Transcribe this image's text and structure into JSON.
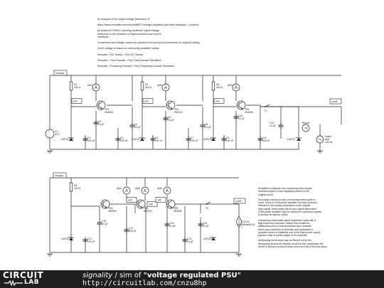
{
  "notes": [
    "An analysis of the output voltage behaviour of:",
    "https://www.circuitlab.com/circuit/8kf977/voltage-regulated-psu-triple-darlington_r-product/",
    "as posted at 130612, showing nonlinear output voltage",
    "behaviour in the presence of signal-induced load current",
    "variations.",
    "Component and voltage values are guessed from jonnyeollo comments on original posting.",
    "Zener voltage is based on community-available values",
    "Simulate > DC Sweep > Run DC Sweep",
    "Simulate > Time Domain > Run Time-Domain Simulation",
    "Simulate > Frequency Domain > Run Frequency-Domain Simulation"
  ],
  "right_notes": [
    "Simplified to illustrate how increasing extra servers",
    "increases ripple in load regulation present in the",
    "original circuit.",
    "",
    "Such steps introduce load current dependent ripple in",
    "vout1. Since in a hifi power amplifier, the load current is",
    "intended to be exactly proportional to the original",
    "input signal, these steps will be input signal dependent.",
    "A 5W power amplifier may be required to reproduce signals",
    "to at least as high as 20kHz.",
    "",
    "Introducing undesirable signal dependent ripple with a",
    "high frequency harmonic content this creates an",
    "additional source of intermodulation and crosstalk",
    "which may contribute to distortion and represents a",
    "possible source of instability due to the finite power supply",
    "rejection ratio of earlier stages of the amplifier.",
    "",
    "Additionally these steps may be filtered out by the",
    "decoupling around the original circuit but this complicates the",
    "circuit to accept a problem which need not exist in the final place."
  ],
  "labels": {
    "vsupply": "vsupply",
    "v1": "V1",
    "v1_val": "40 V",
    "r1": "R1",
    "r1_val": "400 Ω",
    "r2": "R2",
    "r2_val": "400 Ω",
    "r3": "R3",
    "r3_val": "400 Ω",
    "am1": "AM1",
    "am2": "AM2",
    "am3": "AM3",
    "ref1": "ref1",
    "ref2": "ref2",
    "ref3": "ref3",
    "q1": "TR1",
    "q1_val": "2N3904",
    "q2": "TR2",
    "q2_val": "2N2222",
    "q3": "TR3",
    "q3_val": "2N3055",
    "c1": "C1",
    "c1_val": "100 nF",
    "c2": "C2",
    "c2_val": "10 µF",
    "c3": "C3",
    "c3_val": "100 nF",
    "c4": "C4",
    "c4_val": "10 µF",
    "c5": "C5",
    "c5_val": "10 µF",
    "c6": "C6",
    "c6_val": "100 nF",
    "c7": "C7",
    "c7_val": "100 nF",
    "c8": "C8",
    "c8_val": "10 µF",
    "c9": "C9",
    "c9_val": "100 nF",
    "c10": "C10",
    "c10_val": "10 µF",
    "c11": "C11",
    "c11_val": "100 nF",
    "c12": "C12",
    "c12_val": "10 µF",
    "d1": "DATV1",
    "d2": "DATV2",
    "d3": "DATV3",
    "d4": "DATV4",
    "f1": "F1",
    "vout1": "vout1",
    "rload": "Rload1",
    "rload_val": "100 Ω",
    "iload": "Iload1",
    "iload_val": "sine",
    "iload_val2": "100 Hz",
    "b_vsupply": "vsupply",
    "r4": "R4",
    "r4_val": "400 Ω",
    "am4": "AM4",
    "am5": "AM5",
    "am6": "AM6",
    "ref4": "ref4",
    "ref5": "ref5",
    "ref6": "ref6",
    "q4": "TR4",
    "q4_val": "2N3904",
    "q5": "TR5",
    "q5_val": "2N2222",
    "q6": "TR6",
    "q6_val": "2N3055",
    "c13": "C13",
    "c13_val": "10 µF",
    "c14": "C14",
    "c14_val": "100 nF",
    "c15": "C15",
    "c15_val": "10 µF",
    "c16": "C16",
    "c16_val": "10 µF",
    "c17": "C17",
    "c17_val": "100 nF",
    "c18": "C18",
    "c18_val": "10 µF",
    "d5": "DATV5",
    "d6": "DATV6",
    "f2": "F2",
    "vout2": "vout2",
    "ccs": "CCCS1",
    "ccs_val": "AMload1/1:8",
    "ccs_val2": "1"
  },
  "footer": {
    "user": "signality",
    "separator": " / ",
    "sim_prefix": "sim of ",
    "title": "\"voltage regulated PSU\"",
    "url": "http://circuitlab.com/cnzu8hp",
    "logo_top": "CIRCUIT",
    "logo_bottom": "LAB"
  },
  "colors": {
    "wire": "#222222",
    "component": "#111111",
    "footer_bg": "#1f1f1f",
    "label_box": "#ffffff"
  }
}
